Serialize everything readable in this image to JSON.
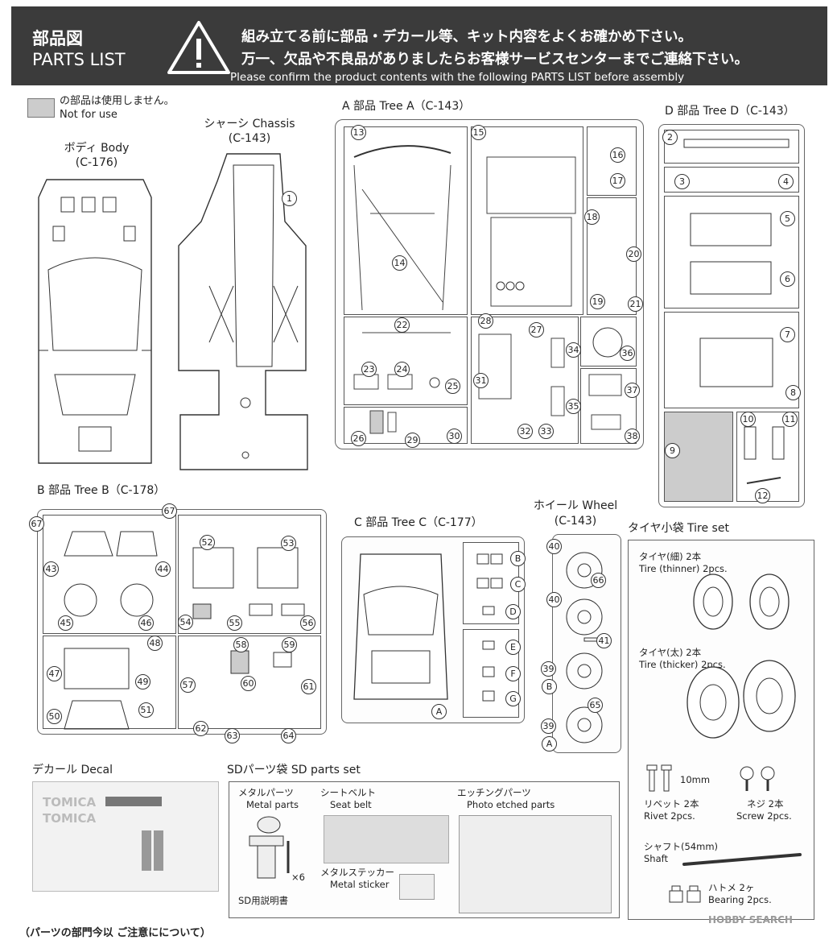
{
  "header": {
    "title_ja": "部品図",
    "title_en": "PARTS LIST",
    "warning_icon": "warning-triangle-icon",
    "line1": "組み立てる前に部品・デカール等、キット内容をよくお確かめ下さい。",
    "line2": "万一、欠品や不良品がありましたらお客様サービスセンターまでご連絡下さい。",
    "line3": "Please confirm the product contents with the following PARTS LIST before assembly"
  },
  "legend": {
    "ja": "の部品は使用しません。",
    "en": "Not for use"
  },
  "sections": {
    "body": {
      "title": "ボディ Body",
      "code": "(C-176)"
    },
    "chassis": {
      "title": "シャーシ Chassis",
      "code": "(C-143)",
      "parts": [
        "1"
      ]
    },
    "tree_a": {
      "title": "A 部品 Tree A（C-143）",
      "parts": [
        "13",
        "14",
        "15",
        "16",
        "17",
        "18",
        "19",
        "20",
        "21",
        "22",
        "23",
        "24",
        "25",
        "26",
        "27",
        "28",
        "29",
        "30",
        "31",
        "32",
        "33",
        "34",
        "35",
        "36",
        "37",
        "38"
      ]
    },
    "tree_d": {
      "title": "D 部品 Tree D（C-143）",
      "parts": [
        "2",
        "3",
        "4",
        "5",
        "6",
        "7",
        "8",
        "9",
        "10",
        "11",
        "12"
      ]
    },
    "tree_b": {
      "title": "B 部品 Tree B（C-178）",
      "parts": [
        "67",
        "67",
        "43",
        "44",
        "45",
        "46",
        "52",
        "53",
        "54",
        "55",
        "56",
        "47",
        "48",
        "49",
        "50",
        "51",
        "57",
        "58",
        "59",
        "60",
        "61",
        "62",
        "63",
        "64"
      ]
    },
    "tree_c": {
      "title": "C 部品 Tree C（C-177）",
      "letters": [
        "B",
        "C",
        "D",
        "E",
        "F",
        "G",
        "A"
      ]
    },
    "wheel": {
      "title": "ホイール Wheel",
      "code": "(C-143)",
      "parts": [
        "40",
        "66",
        "40",
        "41",
        "39",
        "65",
        "39"
      ],
      "letters": [
        "B",
        "A"
      ]
    },
    "tire": {
      "title": "タイヤ小袋 Tire set",
      "thin_ja": "タイヤ(細) 2本",
      "thin_en": "Tire (thinner) 2pcs.",
      "thick_ja": "タイヤ(太) 2本",
      "thick_en": "Tire (thicker)  2pcs.",
      "rivet_size": "10mm",
      "rivet_ja": "リベット 2本",
      "rivet_en": "Rivet 2pcs.",
      "screw_ja": "ネジ 2本",
      "screw_en": "Screw 2pcs.",
      "shaft_ja": "シャフト(54mm)",
      "shaft_en": "Shaft",
      "bearing_ja": "ハトメ 2ヶ",
      "bearing_en": "Bearing 2pcs."
    },
    "decal": {
      "title": "デカール Decal",
      "logo_text": "TOMICA"
    },
    "sd": {
      "title": "SDパーツ袋 SD parts set",
      "metal_ja": "メタルパーツ",
      "metal_en": "Metal parts",
      "metal_qty": "×6",
      "belt_ja": "シートベルト",
      "belt_en": "Seat belt",
      "sticker_ja": "メタルステッカー",
      "sticker_en": "Metal sticker",
      "etch_ja": "エッチングパーツ",
      "etch_en": "Photo etched parts",
      "manual_ja": "SD用説明書"
    }
  },
  "watermark": "HOBBY SEARCH",
  "footer_partial": "（パーツの部門今以 ご注意にについて）"
}
